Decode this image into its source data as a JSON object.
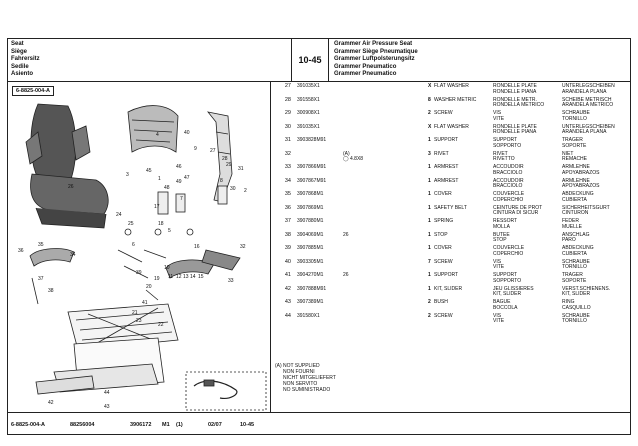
{
  "header": {
    "left_lines": [
      "Seat",
      "Siège",
      "Fahrersitz",
      "Sedile",
      "Asiento"
    ],
    "section_code": "10-45",
    "right_lines": [
      "Grammer Air Pressure Seat",
      "Grammer Siège Pneumatique",
      "Grammer Luftpolsterungsitz",
      "Grammer Pneumatico",
      "Grammer Pneumatico"
    ]
  },
  "diagram": {
    "tag": "6-8825-004-A",
    "callouts": [
      "4",
      "40",
      "45",
      "46",
      "47",
      "48",
      "49",
      "24",
      "25",
      "10",
      "11",
      "12",
      "13",
      "14",
      "15",
      "16",
      "18",
      "32",
      "33",
      "34",
      "36",
      "37",
      "38",
      "39",
      "35",
      "41",
      "42",
      "43",
      "44",
      "2",
      "26",
      "27",
      "28",
      "29",
      "30",
      "31",
      "9",
      "8",
      "7",
      "6",
      "5",
      "3",
      "1",
      "19",
      "20",
      "21",
      "22",
      "23",
      "17"
    ]
  },
  "parts": [
    {
      "idx": "27",
      "part": "391035X1",
      "note": "",
      "qty": "X",
      "en": "FLAT WASHER",
      "fr": [
        "RONDELLE PLATE",
        "RONDELLE PIANA"
      ],
      "de": [
        "UNTERLEGSCHEIBEN",
        "ARANDELA PLANA"
      ]
    },
    {
      "idx": "28",
      "part": "391558X1",
      "note": "",
      "qty": "8",
      "en": "WASHER METRIC",
      "fr": [
        "RONDELLE METR.",
        "RONDELLA METRICO"
      ],
      "de": [
        "SCHEIBE METRISCH",
        "ARANDELA METRICO"
      ]
    },
    {
      "idx": "29",
      "part": "300908X1",
      "note": "",
      "qty": "2",
      "en": "SCREW",
      "fr": [
        "VIS",
        "VITE"
      ],
      "de": [
        "SCHRAUBE",
        "TORNILLO"
      ]
    },
    {
      "idx": "30",
      "part": "391035X1",
      "note": "",
      "qty": "X",
      "en": "FLAT WASHER",
      "fr": [
        "RONDELLE PLATE",
        "RONDELLE PIANA"
      ],
      "de": [
        "UNTERLEGSCHEIBEN",
        "ARANDELA PLANA"
      ]
    },
    {
      "idx": "31",
      "part": "3903828M91",
      "note": "",
      "qty": "1",
      "en": "SUPPORT",
      "fr": [
        "SUPPORT",
        "SOPPORTO"
      ],
      "de": [
        "TRAGER",
        "SOPORTE"
      ]
    },
    {
      "idx": "32",
      "part": "",
      "note": "4.8X8",
      "qty": "3",
      "en": "RIVET",
      "fr": [
        "RIVET",
        "RIVETTO"
      ],
      "de": [
        "NIET",
        "REMACHE"
      ]
    },
    {
      "idx": "33",
      "part": "3907866M91",
      "note": "",
      "qty": "1",
      "en": "ARMREST",
      "fr": [
        "ACCOUDOIR",
        "BRACCIOLO"
      ],
      "de": [
        "ARMLEHNE",
        "APOYABRAZOS"
      ]
    },
    {
      "idx": "34",
      "part": "3907867M91",
      "note": "",
      "qty": "1",
      "en": "ARMREST",
      "fr": [
        "ACCOUDOIR",
        "BRACCIOLO"
      ],
      "de": [
        "ARMLEHNE",
        "APOYABRAZOS"
      ]
    },
    {
      "idx": "35",
      "part": "3907868M1",
      "note": "",
      "qty": "1",
      "en": "COVER",
      "fr": [
        "COUVERCLE",
        "COPERCHIO"
      ],
      "de": [
        "ABDECKUNG",
        "CUBIERTA"
      ]
    },
    {
      "idx": "36",
      "part": "3907869M1",
      "note": "",
      "qty": "1",
      "en": "SAFETY BELT",
      "fr": [
        "CEINTURE DE PROT",
        "CINTURA DI SICUR"
      ],
      "de": [
        "SICHERHEITSGURT",
        "CINTURON"
      ]
    },
    {
      "idx": "37",
      "part": "3907880M1",
      "note": "",
      "qty": "1",
      "en": "SPRING",
      "fr": [
        "RESSORT",
        "MOLLA"
      ],
      "de": [
        "FEDER",
        "MUELLE"
      ]
    },
    {
      "idx": "38",
      "part": "3904069M1",
      "note": "26",
      "qty": "1",
      "en": "STOP",
      "fr": [
        "BUTEE",
        "STOP"
      ],
      "de": [
        "ANSCHLAG",
        "PARO"
      ]
    },
    {
      "idx": "39",
      "part": "3907885M1",
      "note": "",
      "qty": "1",
      "en": "COVER",
      "fr": [
        "COUVERCLE",
        "COPERCHIO"
      ],
      "de": [
        "ABDECKUNG",
        "CUBIERTA"
      ]
    },
    {
      "idx": "40",
      "part": "3903305M1",
      "note": "",
      "qty": "7",
      "en": "SCREW",
      "fr": [
        "VIS",
        "VITE"
      ],
      "de": [
        "SCHRAUBE",
        "TORNILLO"
      ]
    },
    {
      "idx": "41",
      "part": "3904270M1",
      "note": "26",
      "qty": "1",
      "en": "SUPPORT",
      "fr": [
        "SUPPORT",
        "SOPPORTO"
      ],
      "de": [
        "TRAGER",
        "SOPORTE"
      ]
    },
    {
      "idx": "42",
      "part": "3907888M91",
      "note": "",
      "qty": "1",
      "en": "KIT, SLIDER",
      "fr": [
        "JEU GLISSIERES",
        "KIT, SLIDER"
      ],
      "de": [
        "VERST.SCHIENENS.",
        "KIT, SLIDER"
      ]
    },
    {
      "idx": "43",
      "part": "3907389M1",
      "note": "",
      "qty": "2",
      "en": "BUSH",
      "fr": [
        "BAGUE",
        "BOCCOLA"
      ],
      "de": [
        "RING",
        "CASQUILLO"
      ]
    },
    {
      "idx": "44",
      "part": "391580X1",
      "note": "",
      "qty": "2",
      "en": "SCREW",
      "fr": [
        "VIS",
        "VITE"
      ],
      "de": [
        "SCHRAUBE",
        "TORNILLO"
      ]
    }
  ],
  "rivet_flag": "(A)",
  "footnote": [
    "(A)  NOT SUPPLIED",
    "NON FOURNI",
    "NICHT MITGELIEFERT",
    "NON SERVITO",
    "NO SUMINISTRADO"
  ],
  "footer": {
    "ref": "6-8825-004-A",
    "num1": "88256004",
    "num2": "3906172",
    "model": "M1",
    "page_marker": "(1)",
    "date": "02/07",
    "section": "10-45"
  }
}
